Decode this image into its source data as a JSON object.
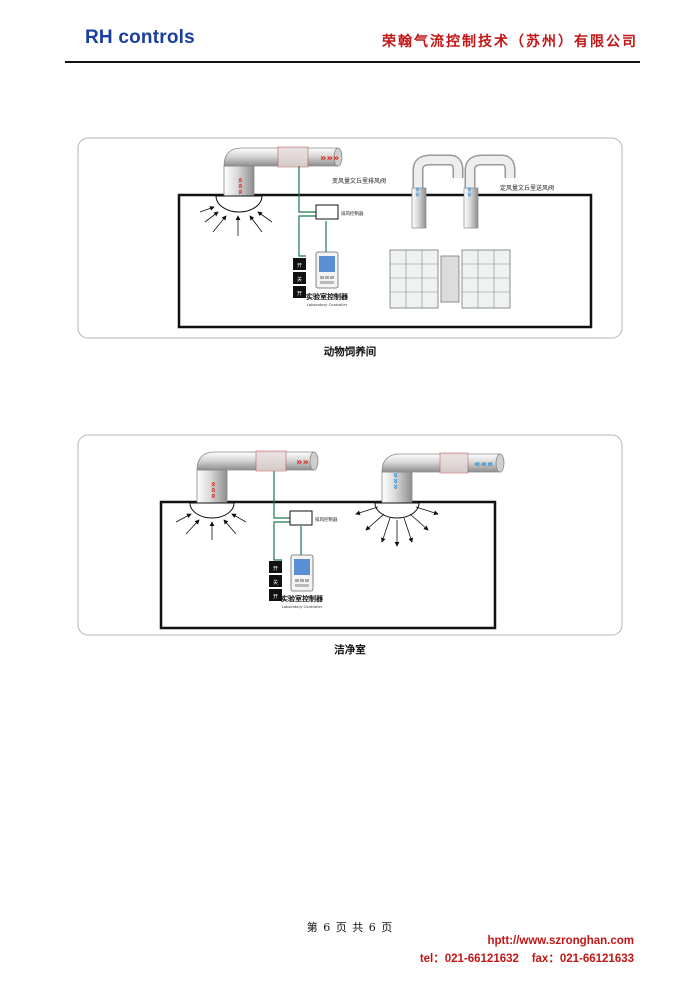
{
  "header": {
    "logo": "RH controls",
    "company": "荣翰气流控制技术（苏州）有限公司"
  },
  "figure1": {
    "exhaust_valve_label": "变风量文丘里排风阀",
    "supply_valve_label": "定风量文丘里送风阀",
    "controller_box_label": "排风控制器",
    "controller_label_cn": "实验室控制器",
    "controller_label_en": "Laboratory Controller",
    "switch_labels": [
      "开",
      "关",
      "开"
    ],
    "caption": "动物饲养间"
  },
  "figure2": {
    "controller_box_label": "排风控制器",
    "controller_label_cn": "实验室控制器",
    "controller_label_en": "Laboratory Controller",
    "switch_labels": [
      "开",
      "关",
      "开"
    ],
    "caption": "洁净室"
  },
  "footer": {
    "page": "第 6 页 共 6 页",
    "url": "hptt://www.szronghan.com",
    "phone": "tel：021-66121632    fax：021-66121633"
  },
  "colors": {
    "brand_blue": "#1a3ea0",
    "company_red": "#c21616",
    "wire_green": "#1f7a4a",
    "exhaust_arrow": "#d42a1a",
    "supply_arrow": "#2a8ed4"
  }
}
